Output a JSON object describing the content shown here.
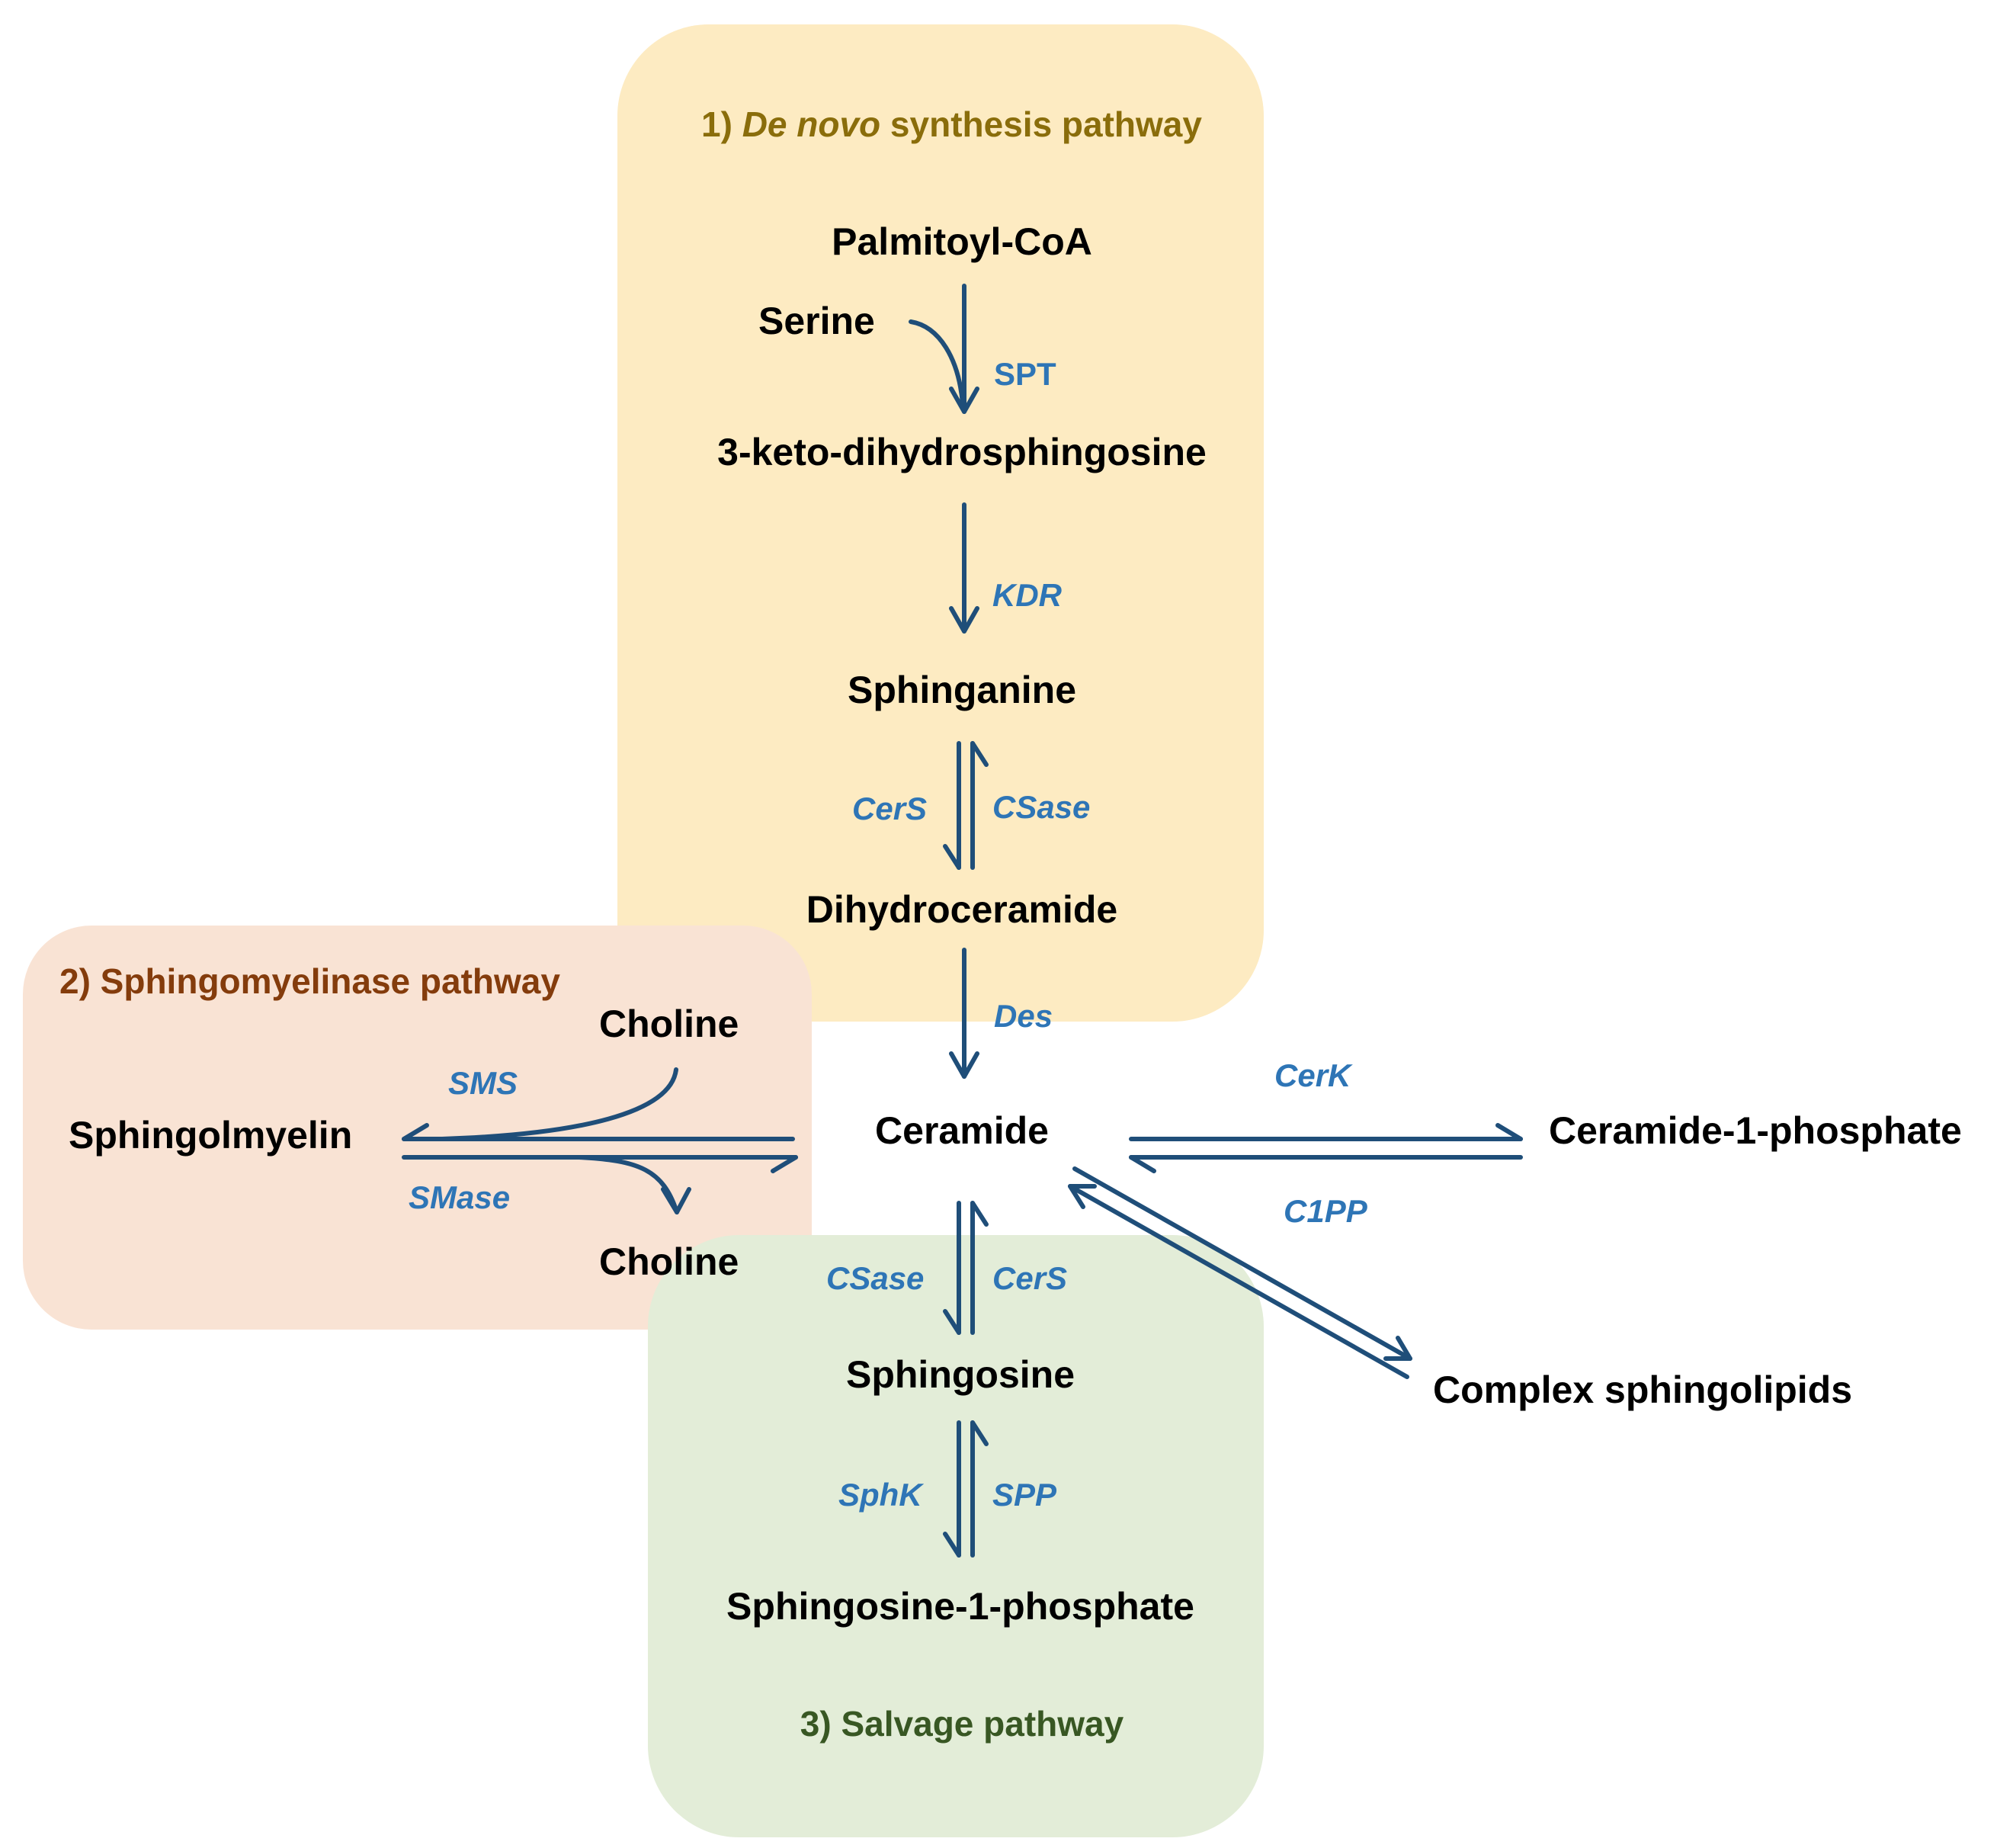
{
  "colors": {
    "arrow": "#1f4e79",
    "enzyme": "#2e75b6",
    "metabolite": "#000000",
    "denovo_bg": "#fdebc2",
    "denovo_title": "#8a6d0b",
    "smase_bg": "#f9e3d4",
    "smase_title": "#843c0c",
    "salvage_bg": "#e3edd8",
    "salvage_title": "#385723"
  },
  "pathways": {
    "denovo": {
      "prefix": "1) ",
      "italic": "De novo",
      "suffix": " synthesis pathway"
    },
    "smase": {
      "title": "2) Sphingomyelinase pathway"
    },
    "salvage": {
      "title": "3) Salvage pathway"
    }
  },
  "metabolites": {
    "palmitoyl_coa": "Palmitoyl-CoA",
    "serine": "Serine",
    "keto": "3-keto-dihydrosphingosine",
    "sphinganine": "Sphinganine",
    "dihydroceramide": "Dihydroceramide",
    "choline_top": "Choline",
    "sphingomyelin": "Sphingolmyelin",
    "choline_bottom": "Choline",
    "ceramide": "Ceramide",
    "c1p": "Ceramide-1-phosphate",
    "complex": "Complex sphingolipids",
    "sphingosine": "Sphingosine",
    "s1p": "Sphingosine-1-phosphate"
  },
  "enzymes": {
    "spt": "SPT",
    "kdr": "KDR",
    "cers_top": "CerS",
    "csase_top": "CSase",
    "des": "Des",
    "sms": "SMS",
    "smase": "SMase",
    "cerk": "CerK",
    "c1pp": "C1PP",
    "csase_bottom": "CSase",
    "cers_bottom": "CerS",
    "sphk": "SphK",
    "spp": "SPP"
  }
}
